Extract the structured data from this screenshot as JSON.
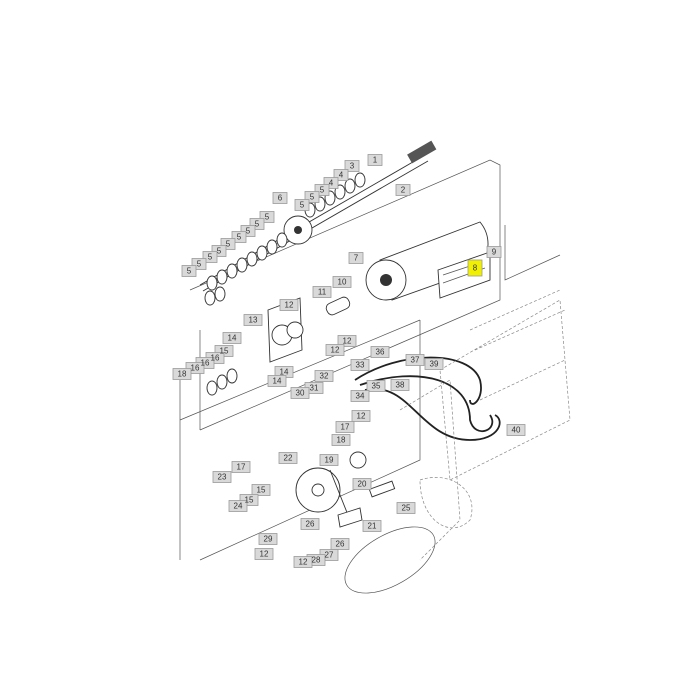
{
  "diagram": {
    "highlight_color": "#f0f000",
    "callout_color": "#d9d9d9",
    "callouts": [
      "1",
      "3",
      "2",
      "4",
      "4",
      "5",
      "5",
      "5",
      "6",
      "5",
      "5",
      "5",
      "5",
      "5",
      "5",
      "5",
      "5",
      "5",
      "7",
      "10",
      "11",
      "12",
      "13",
      "14",
      "12",
      "12",
      "15",
      "16",
      "16",
      "16",
      "18",
      "14",
      "14",
      "36",
      "33",
      "37",
      "39",
      "32",
      "35",
      "38",
      "31",
      "30",
      "34",
      "12",
      "17",
      "18",
      "22",
      "19",
      "17",
      "23",
      "20",
      "15",
      "15",
      "24",
      "25",
      "26",
      "21",
      "29",
      "26",
      "12",
      "27",
      "28",
      "12",
      "9",
      "8",
      "40"
    ],
    "highlighted_callout": "8"
  }
}
